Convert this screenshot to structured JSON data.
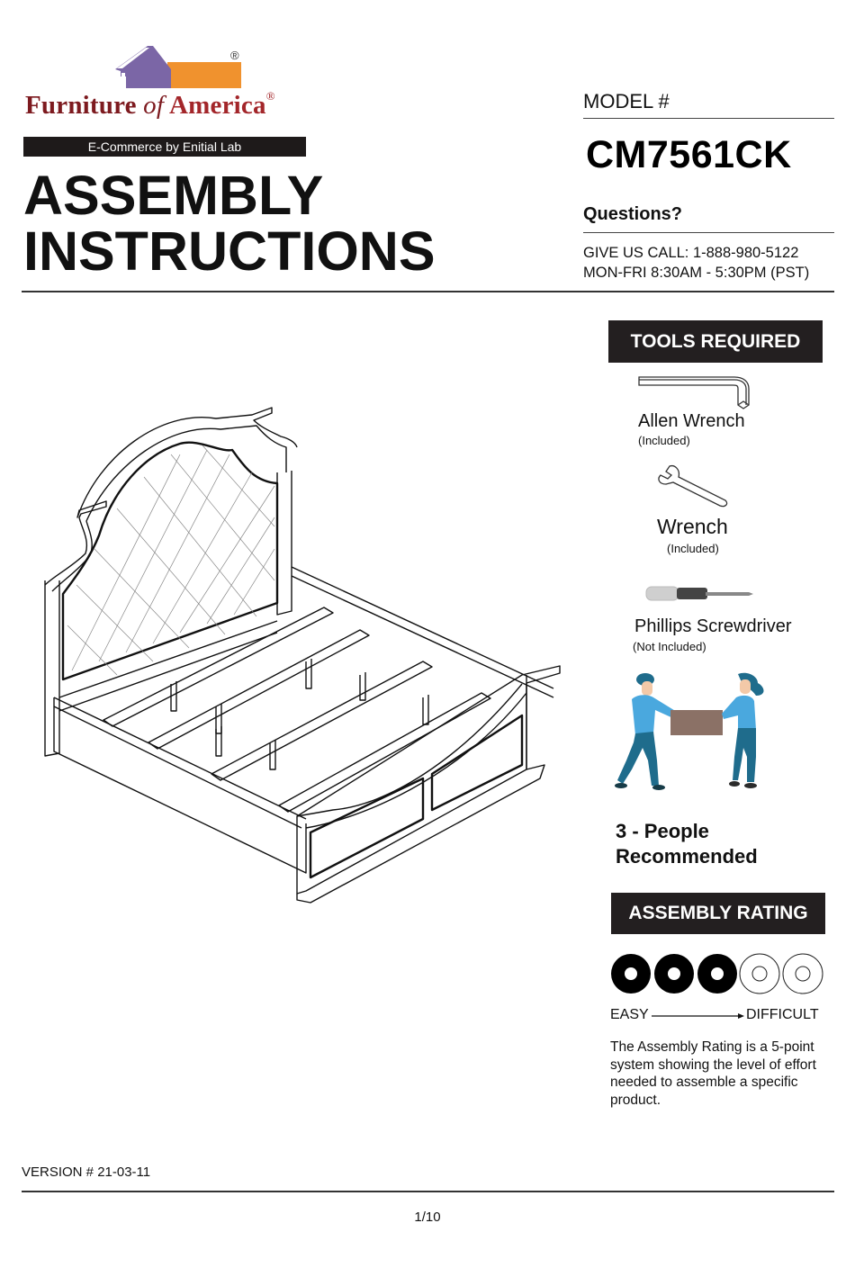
{
  "brand": {
    "name_part1": "Furniture",
    "name_part2": "of",
    "name_part3": "America",
    "registered_mark": "®",
    "tagline": "E-Commerce by Enitial Lab",
    "colors": {
      "house_purple": "#7b66a6",
      "bar_orange": "#f0922e",
      "wordmark_red": "#8b1f24"
    }
  },
  "document": {
    "title_line1": "ASSEMBLY",
    "title_line2": "INSTRUCTIONS",
    "model_label": "MODEL #",
    "model_number": "CM7561CK",
    "questions_label": "Questions?",
    "call_line": "GIVE US CALL: 1-888-980-5122",
    "hours_line": "MON-FRI  8:30AM - 5:30PM (PST)",
    "version": "VERSION # 21-03-11",
    "page": "1/10"
  },
  "tools": {
    "heading": "TOOLS REQUIRED",
    "items": [
      {
        "name": "Allen Wrench",
        "note": "(Included)",
        "icon": "allen-wrench-icon"
      },
      {
        "name": "Wrench",
        "note": "(Included)",
        "icon": "wrench-icon"
      },
      {
        "name": "Phillips Screwdriver",
        "note": "(Not Included)",
        "icon": "screwdriver-icon"
      }
    ]
  },
  "people": {
    "line1": "3 - People",
    "line2": "Recommended",
    "icon": "two-people-carrying-box-icon"
  },
  "rating": {
    "heading": "ASSEMBLY RATING",
    "filled": 3,
    "total": 5,
    "easy_label": "EASY",
    "difficult_label": "DIFFICULT",
    "description": "The Assembly Rating is a 5-point system showing the level of effort needed to assemble a specific product."
  },
  "illustration": {
    "subject": "bed-frame-illustration"
  }
}
